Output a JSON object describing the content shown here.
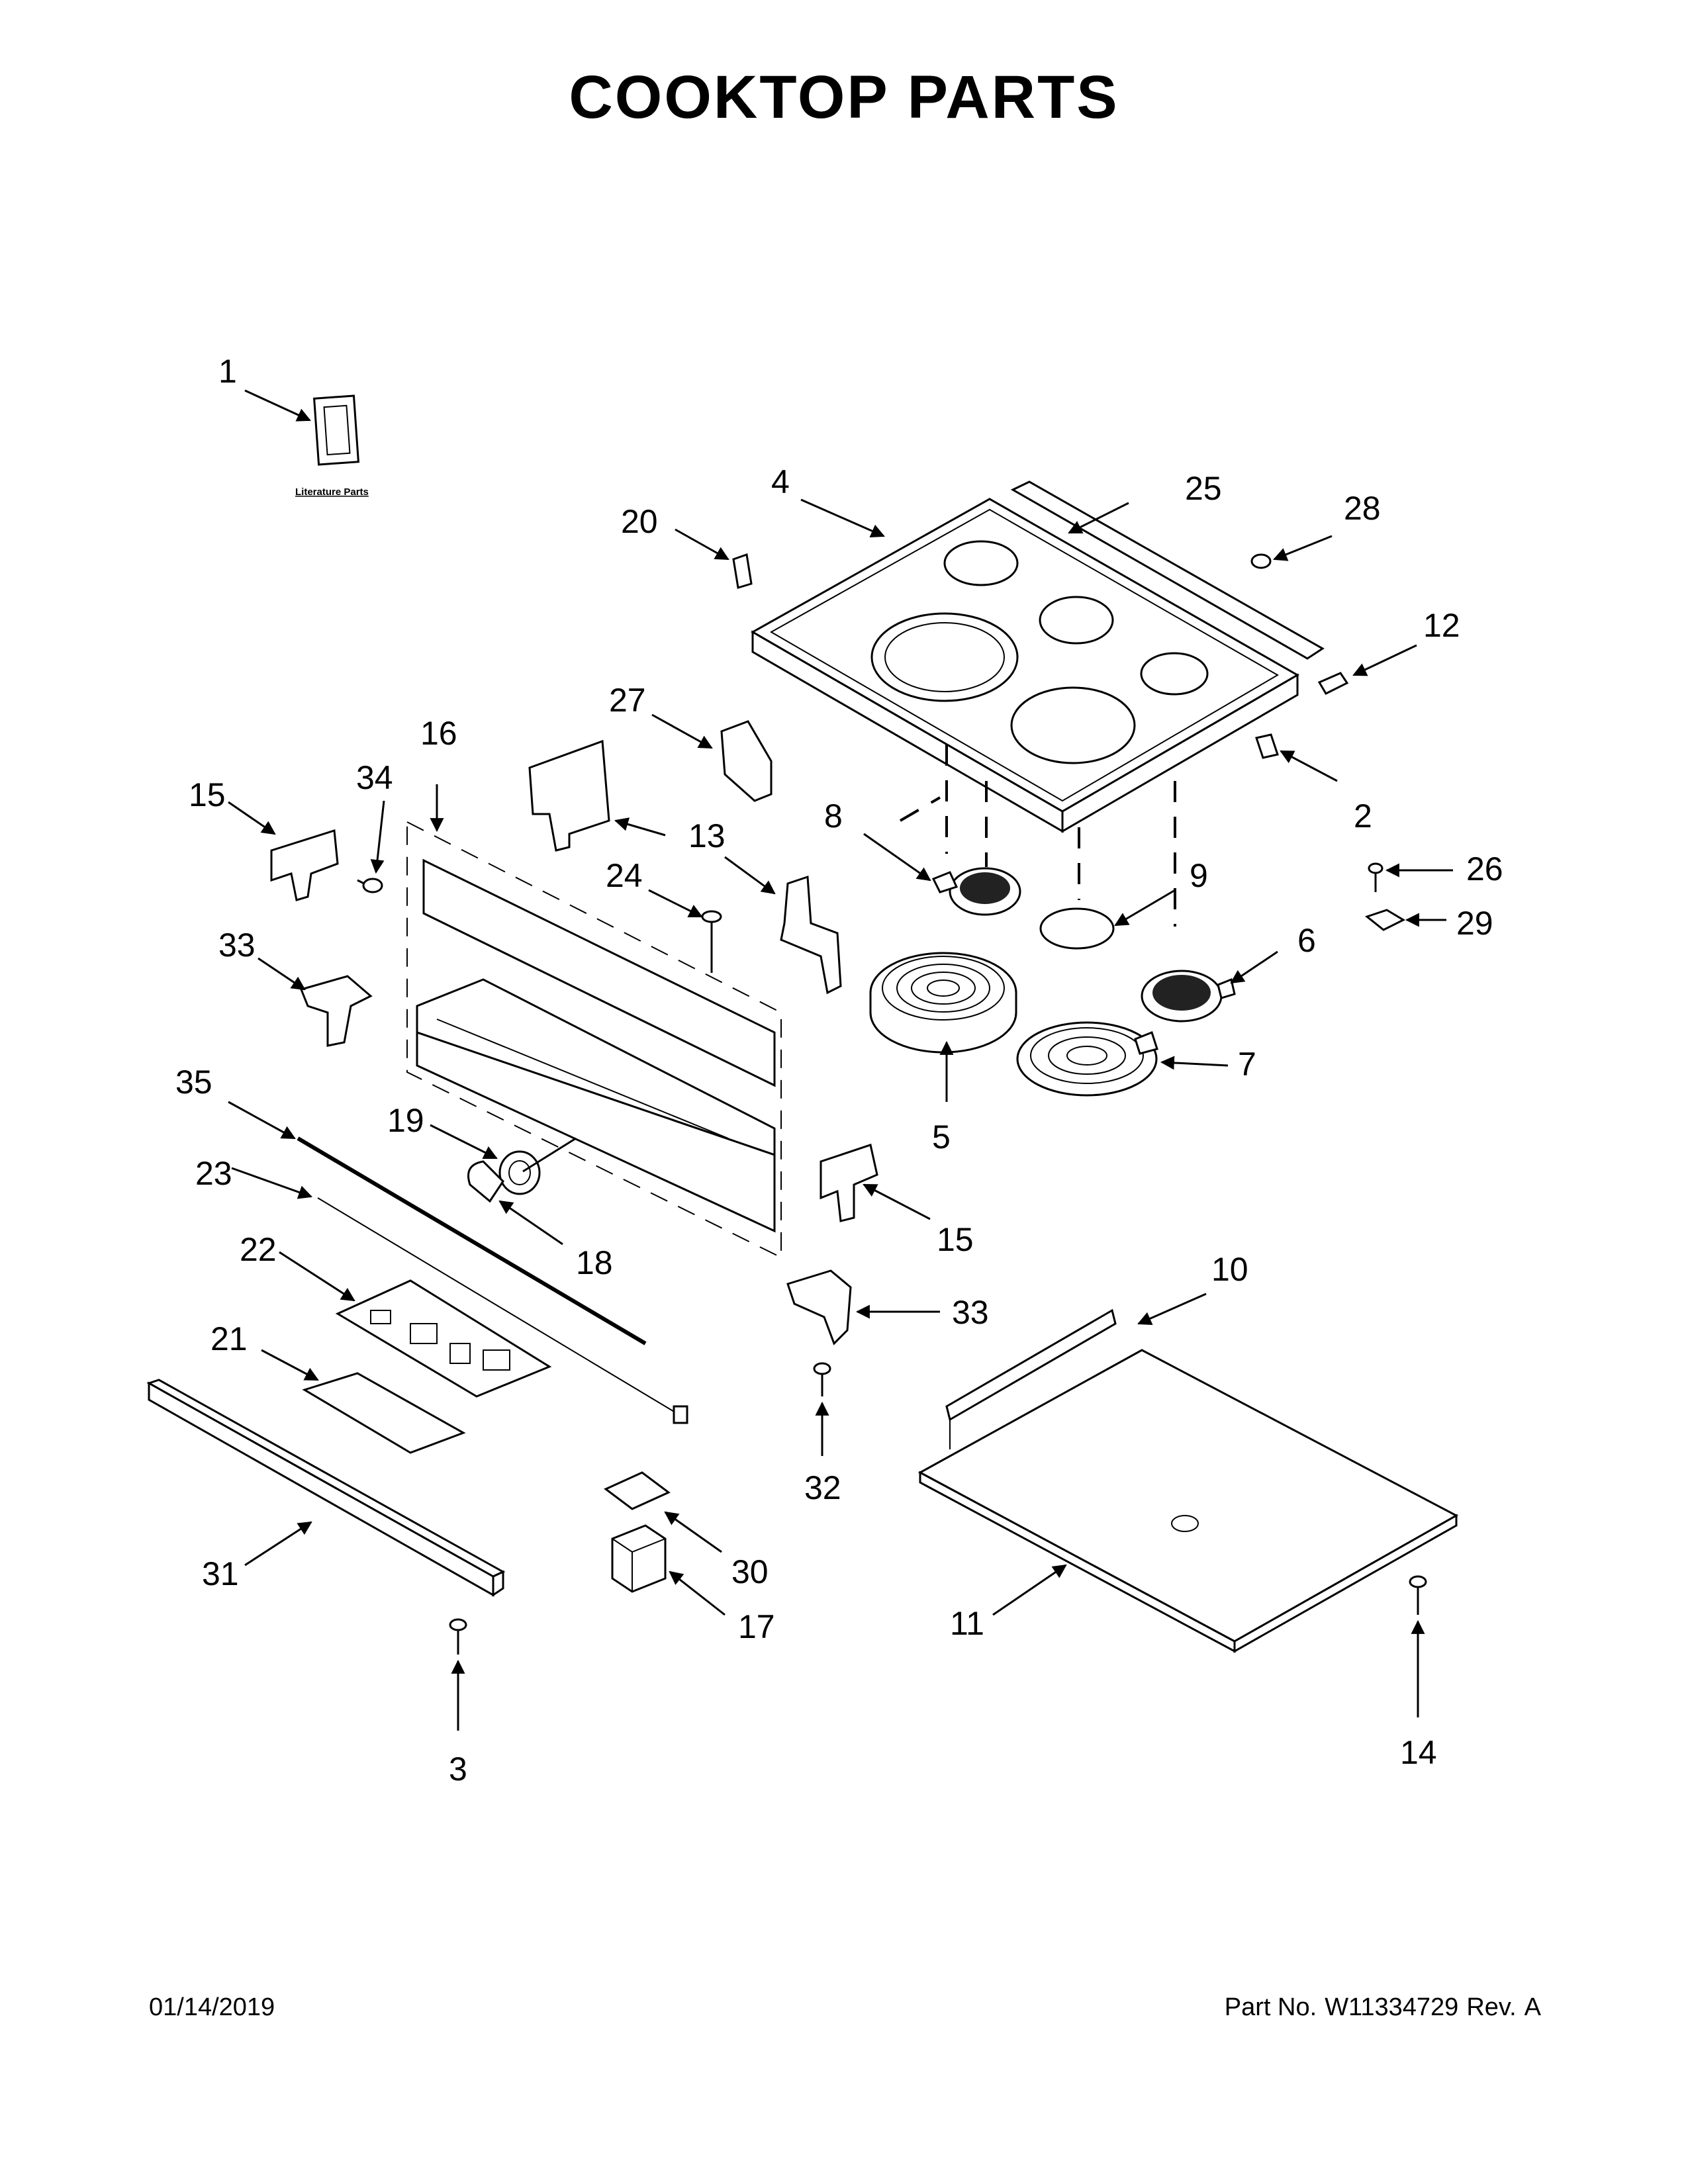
{
  "title": "COOKTOP PARTS",
  "literature_label": "Literature Parts",
  "callouts": {
    "c1": "1",
    "c2": "2",
    "c3": "3",
    "c4": "4",
    "c5": "5",
    "c6": "6",
    "c7": "7",
    "c8": "8",
    "c9": "9",
    "c10": "10",
    "c11": "11",
    "c12": "12",
    "c13": "13",
    "c14": "14",
    "c15a": "15",
    "c15b": "15",
    "c16": "16",
    "c17": "17",
    "c18": "18",
    "c19": "19",
    "c20": "20",
    "c21": "21",
    "c22": "22",
    "c23": "23",
    "c24": "24",
    "c25": "25",
    "c26": "26",
    "c27": "27",
    "c28": "28",
    "c29": "29",
    "c30": "30",
    "c31": "31",
    "c32": "32",
    "c33a": "33",
    "c33b": "33",
    "c34": "34",
    "c35": "35"
  },
  "footer": {
    "date": "01/14/2019",
    "part_no_label": "Part No.",
    "part_no": "W11334729",
    "rev_label": "Rev.",
    "rev": "A"
  }
}
